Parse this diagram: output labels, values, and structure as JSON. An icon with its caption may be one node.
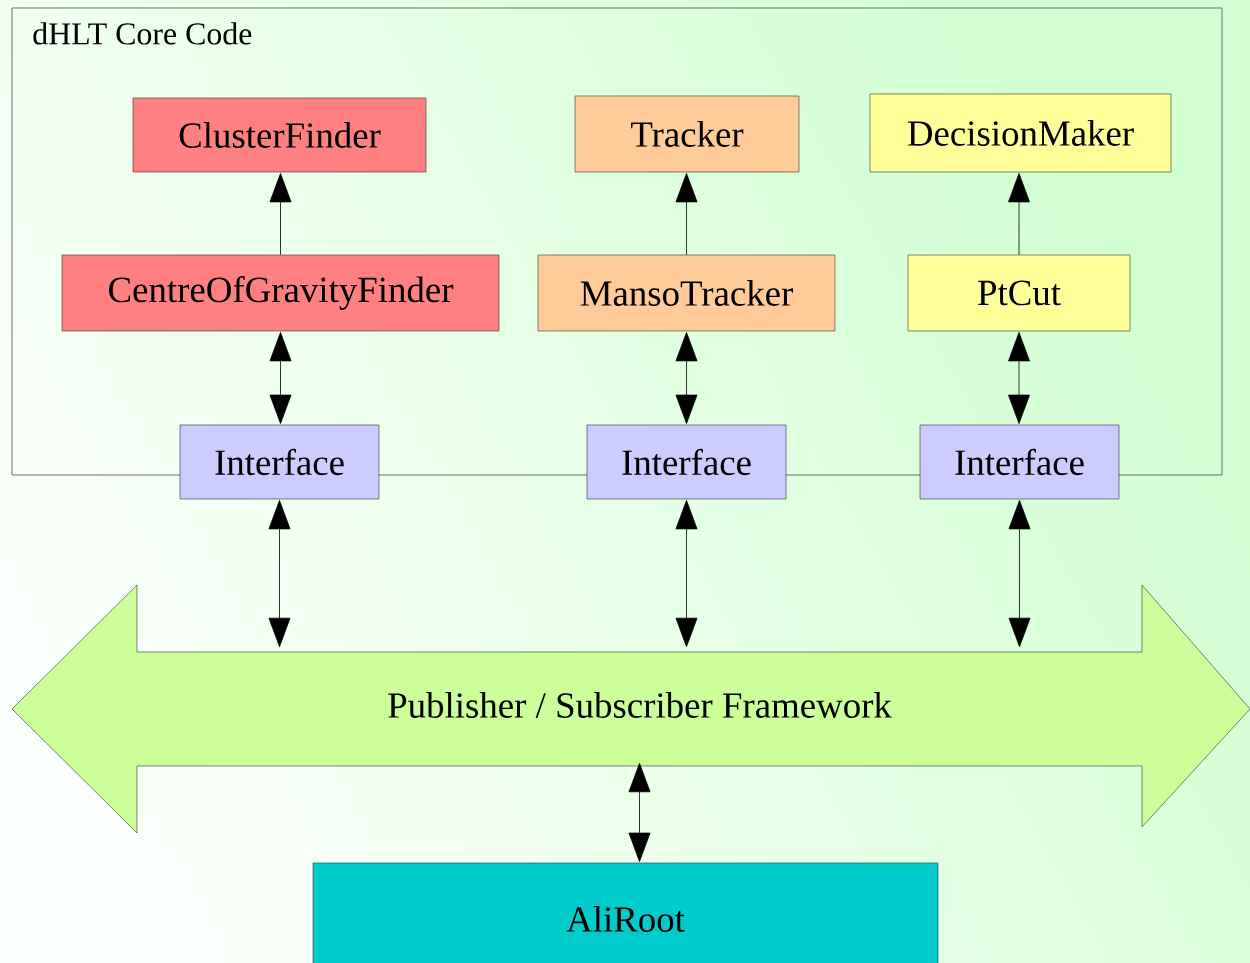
{
  "diagram": {
    "nodes": [
      {
        "text": [
          "dHLT Core Code"
        ]
      },
      {
        "text": [
          "ClusterFinder"
        ],
        "in": 0
      },
      {
        "text": [
          "Tracker"
        ],
        "in": 0
      },
      {
        "text": [
          "DecisionMaker"
        ],
        "in": 0
      },
      {
        "text": [
          "CentreOfGravityFinder"
        ],
        "in": 0
      },
      {
        "text": [
          "MansoTracker"
        ],
        "in": 0
      },
      {
        "text": [
          "PtCut"
        ],
        "in": 0
      },
      {
        "text": [
          "Interface"
        ]
      },
      {
        "text": [
          "Interface"
        ]
      },
      {
        "text": [
          "Interface"
        ]
      },
      {
        "text": [
          "Publisher / Subscriber Framework"
        ]
      },
      {
        "text": [
          "AliRoot"
        ]
      }
    ],
    "edges": [
      {
        "from": 4,
        "to": 1,
        "arrow": "to"
      },
      {
        "from": 5,
        "to": 2,
        "arrow": "to"
      },
      {
        "from": 6,
        "to": 3,
        "arrow": "to"
      },
      {
        "from": 4,
        "to": 7,
        "arrow": "both"
      },
      {
        "from": 5,
        "to": 8,
        "arrow": "both"
      },
      {
        "from": 6,
        "to": 9,
        "arrow": "both"
      },
      {
        "from": 7,
        "to": 10,
        "arrow": "both"
      },
      {
        "from": 8,
        "to": 10,
        "arrow": "both"
      },
      {
        "from": 9,
        "to": 10,
        "arrow": "both"
      },
      {
        "from": 10,
        "to": 11,
        "arrow": "both"
      }
    ]
  }
}
